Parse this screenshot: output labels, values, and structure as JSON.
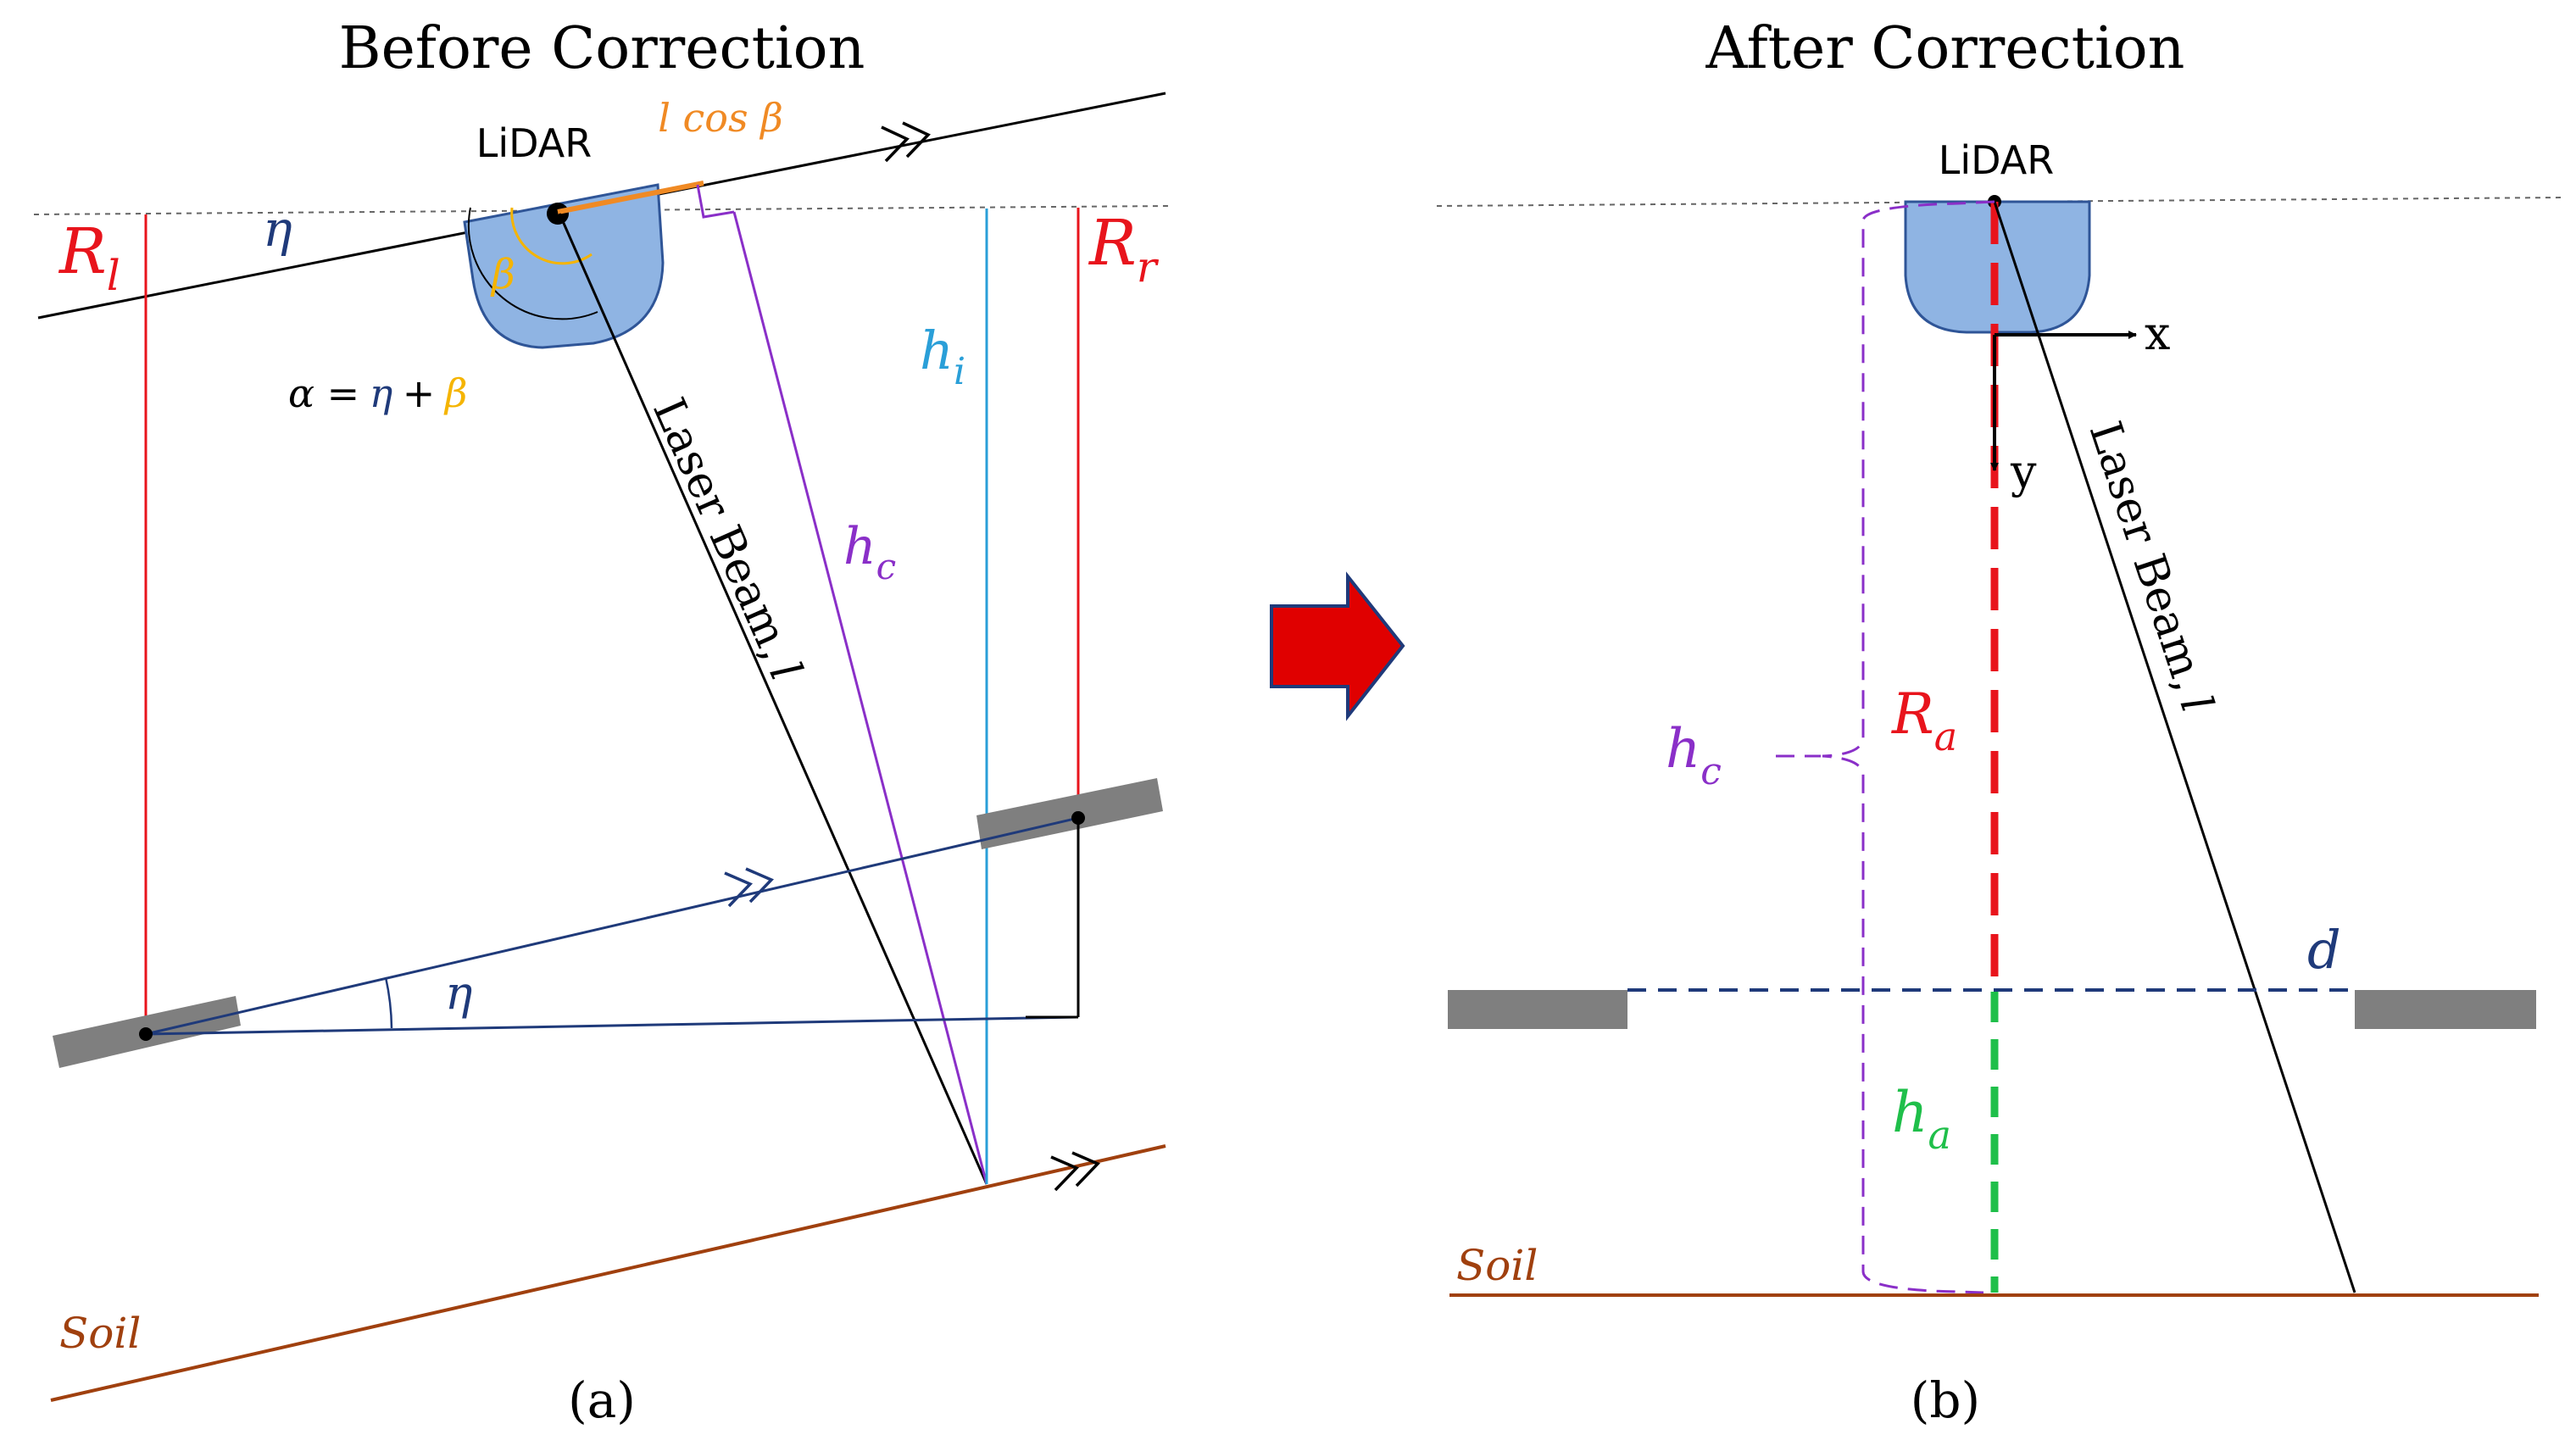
{
  "left": {
    "title": "Before Correction",
    "caption": "(a)",
    "lidar_label": "LiDAR",
    "l_cos_beta": "l cos β",
    "R_l": {
      "base": "R",
      "sub": "l"
    },
    "R_r": {
      "base": "R",
      "sub": "r"
    },
    "eta": "η",
    "beta": "β",
    "alpha_lhs": "α =",
    "alpha_eta": "η",
    "alpha_plus": "+",
    "alpha_beta": "β",
    "h_i": {
      "base": "h",
      "sub": "i"
    },
    "h_c": {
      "base": "h",
      "sub": "c"
    },
    "laser_beam": "Laser Beam,",
    "laser_l": "l",
    "eta_angle": "η",
    "soil": "Soil"
  },
  "right": {
    "title": "After Correction",
    "caption": "(b)",
    "lidar_label": "LiDAR",
    "x_label": "x",
    "y_label": "y",
    "laser_beam": "Laser Beam,",
    "laser_l": "l",
    "h_c": {
      "base": "h",
      "sub": "c"
    },
    "R_a": {
      "base": "R",
      "sub": "a"
    },
    "h_a": {
      "base": "h",
      "sub": "a"
    },
    "d": "d",
    "soil": "Soil"
  },
  "colors": {
    "red": "#e8141c",
    "blue_dark": "#1f3a7a",
    "purple": "#8a2fc8",
    "cyan": "#2a9fd8",
    "orange": "#f08a24",
    "gold": "#f5b400",
    "soil": "#a0400e",
    "green": "#1fbf4a",
    "gray": "#7f7f7f",
    "lidar_fill": "#8fb4e3",
    "lidar_stroke": "#2f5597"
  }
}
